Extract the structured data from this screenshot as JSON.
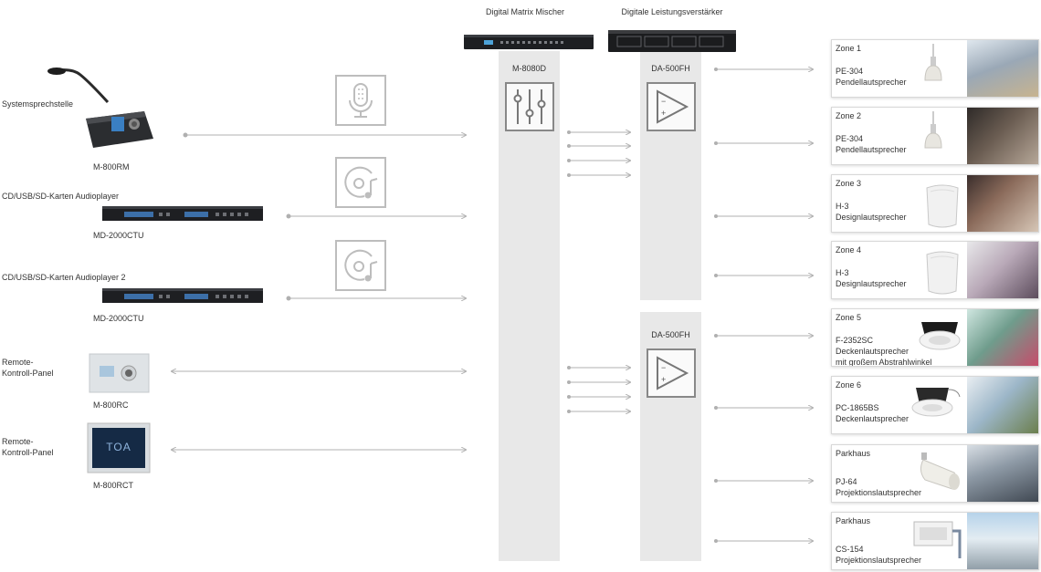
{
  "headers": {
    "mixer": "Digital Matrix Mischer",
    "amplifier": "Digitale Leistungsverstärker"
  },
  "columns": {
    "mixer_model": "M-8080D",
    "amp1_model": "DA-500FH",
    "amp2_model": "DA-500FH"
  },
  "sources": [
    {
      "title": "Systemsprechstelle",
      "model": "M-800RM",
      "icon": "microphone-icon"
    },
    {
      "title": "CD/USB/SD-Karten Audioplayer",
      "model": "MD-2000CTU",
      "icon": "music-disc-icon"
    },
    {
      "title": "CD/USB/SD-Karten Audioplayer 2",
      "model": "MD-2000CTU",
      "icon": "music-disc-icon"
    },
    {
      "title_line1": "Remote-",
      "title_line2": "Kontroll-Panel",
      "model": "M-800RC"
    },
    {
      "title_line1": "Remote-",
      "title_line2": "Kontroll-Panel",
      "model": "M-800RCT",
      "screen_text": "TOA"
    }
  ],
  "zones": [
    {
      "name": "Zone 1",
      "model": "PE-304",
      "desc": "Pendellautsprecher",
      "desc2": ""
    },
    {
      "name": "Zone 2",
      "model": "PE-304",
      "desc": "Pendellautsprecher",
      "desc2": ""
    },
    {
      "name": "Zone 3",
      "model": "H-3",
      "desc": "Designlautsprecher",
      "desc2": ""
    },
    {
      "name": "Zone 4",
      "model": "H-3",
      "desc": "Designlautsprecher",
      "desc2": ""
    },
    {
      "name": "Zone 5",
      "model": "F-2352SC",
      "desc": "Deckenlautsprecher",
      "desc2": "mit großem Abstrahlwinkel"
    },
    {
      "name": "Zone 6",
      "model": "PC-1865BS",
      "desc": "Deckenlautsprecher",
      "desc2": ""
    },
    {
      "name": "Parkhaus",
      "model": "PJ-64",
      "desc": "Projektionslautsprecher",
      "desc2": ""
    },
    {
      "name": "Parkhaus",
      "model": "CS-154",
      "desc": "Projektionslautsprecher",
      "desc2": ""
    }
  ],
  "colors": {
    "column_bg": "#e8e8e8",
    "connector": "#b0b0b0",
    "icon_stroke": "#bdbdbd"
  }
}
